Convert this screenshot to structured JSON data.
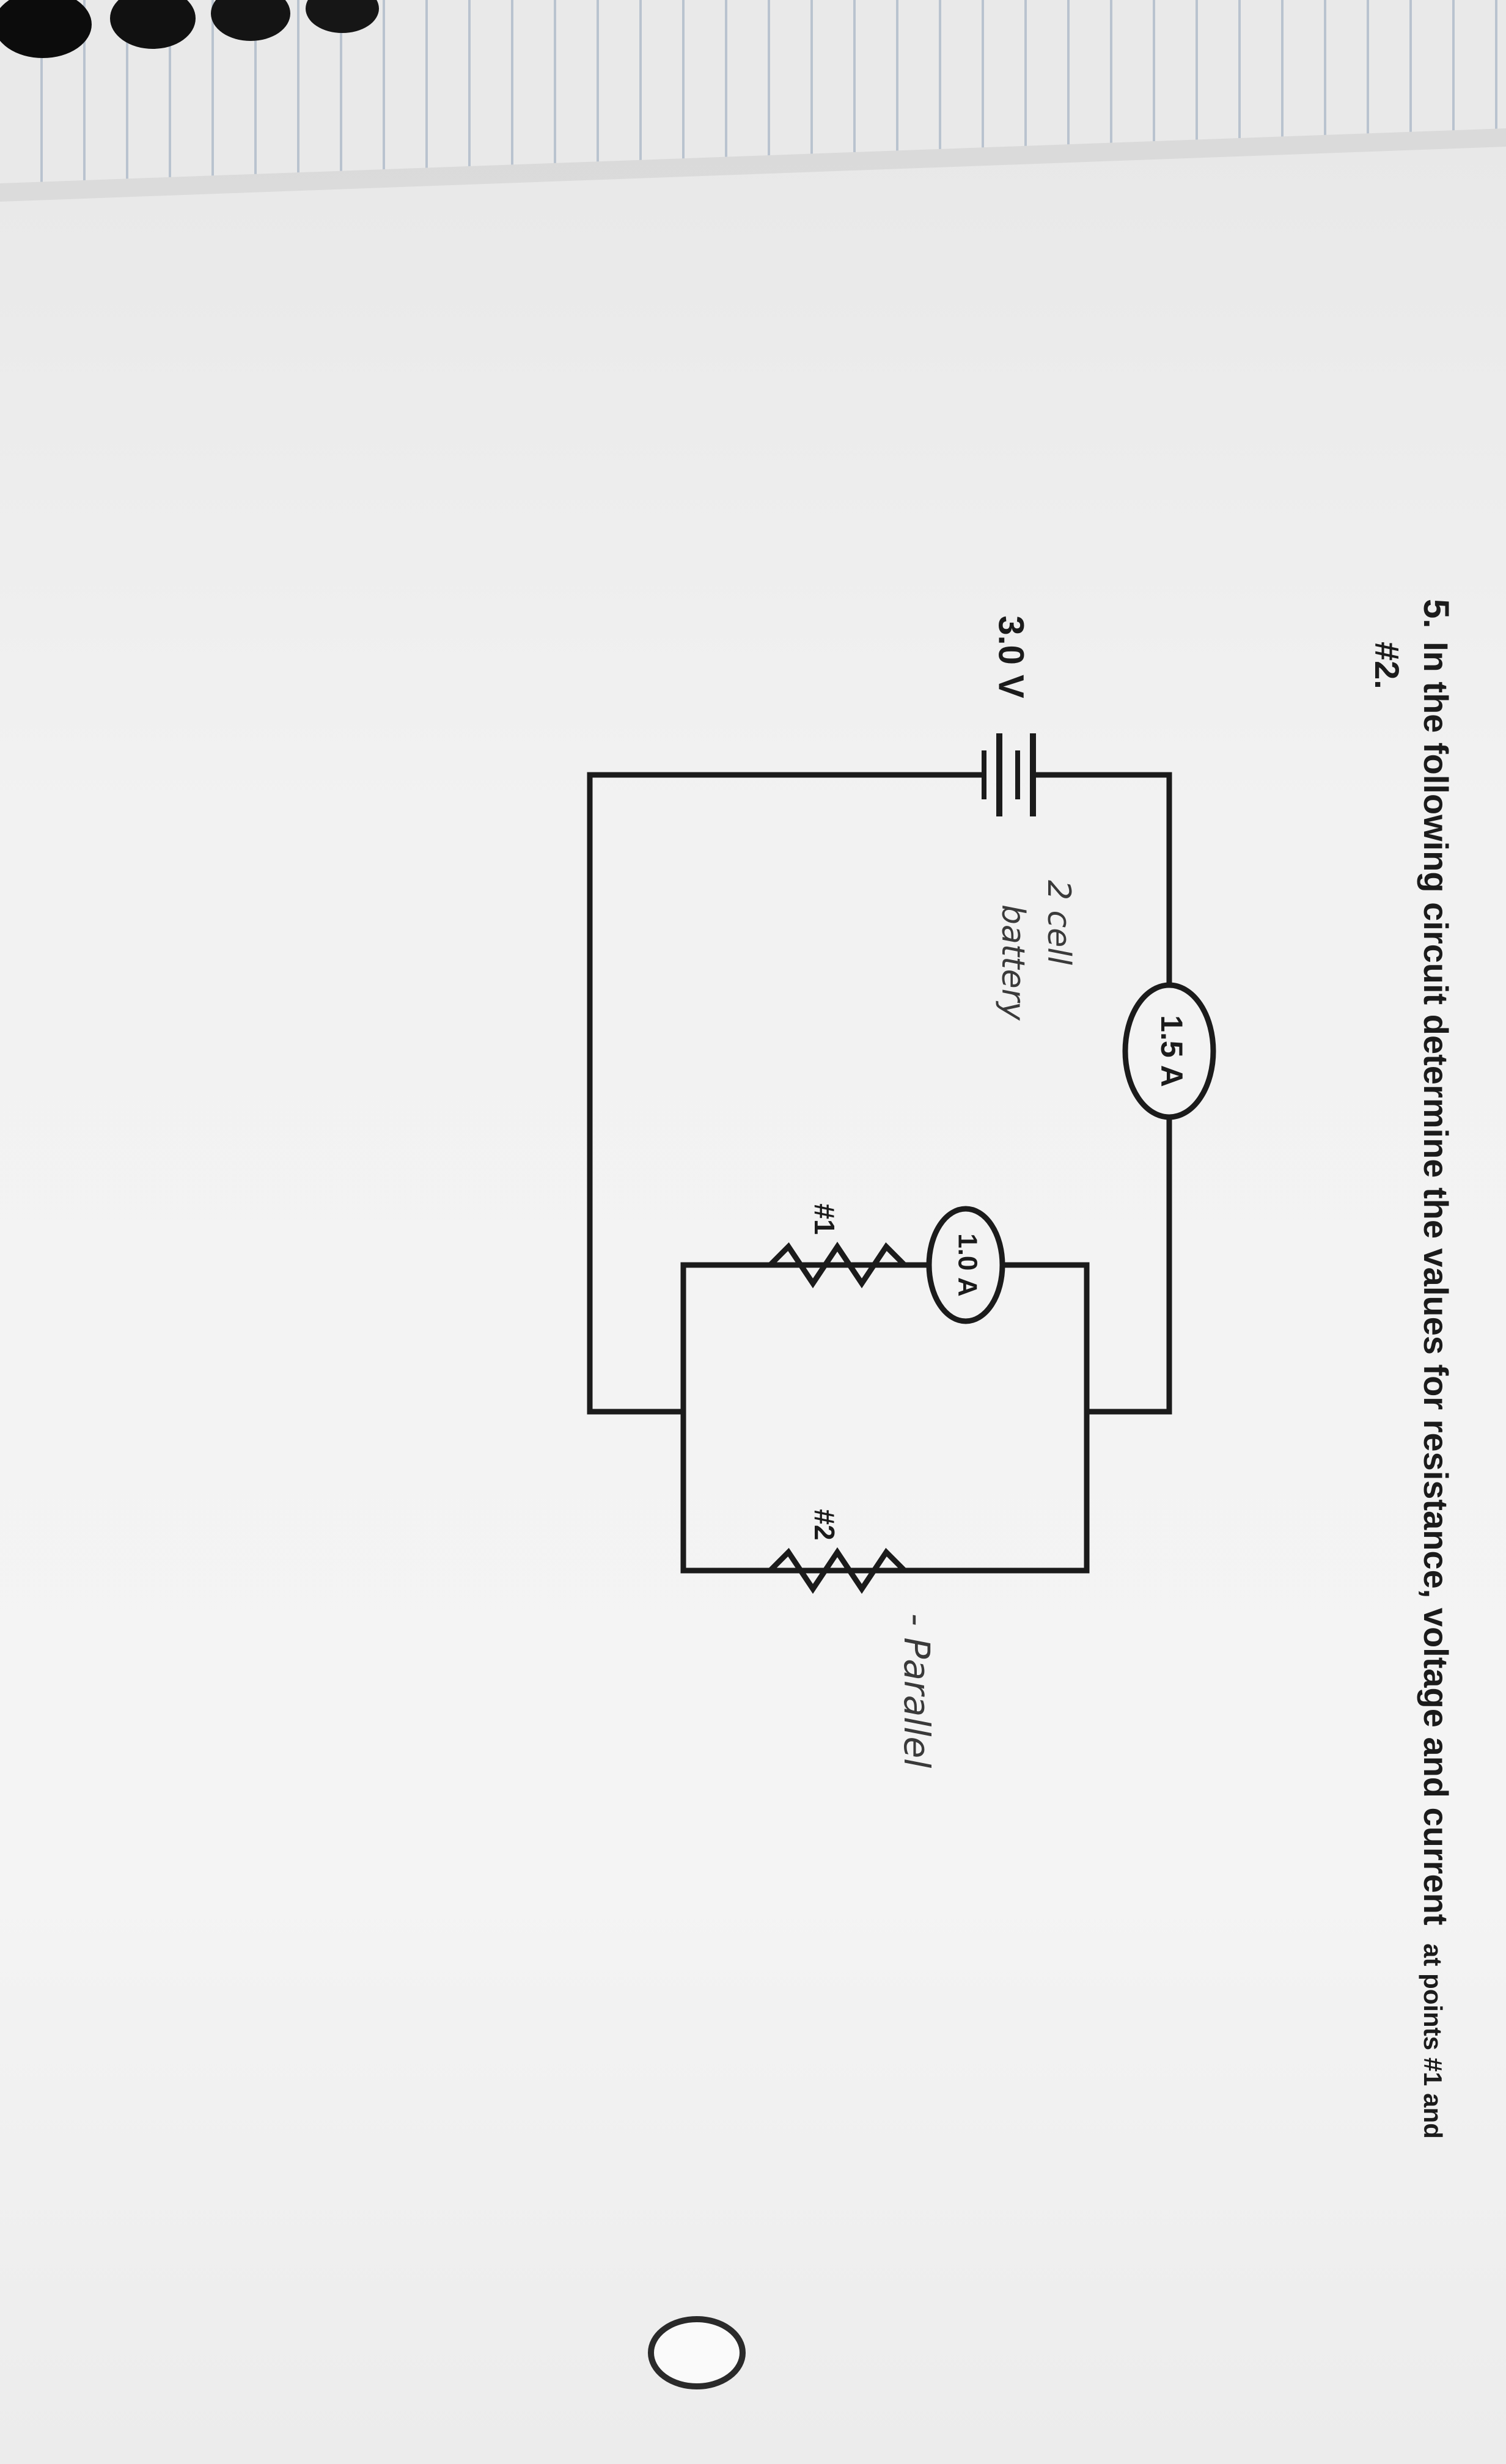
{
  "question": {
    "number": "5.",
    "line1_main": "In the following circuit determine the values for resistance, voltage and current",
    "line1_small": "at points #1 and",
    "line2": "#2."
  },
  "circuit": {
    "battery_voltage": "3.0 V",
    "ammeter_total": "1.5 A",
    "ammeter_branch": "1.0 A",
    "resistor_1_label": "#1",
    "resistor_2_label": "#2"
  },
  "annotations": {
    "battery_note_line1": "2 cell",
    "battery_note_line2": "battery",
    "parallel_note": "- Parallel"
  },
  "colors": {
    "ink": "#1b1b1b",
    "pencil": "#3a3a3a",
    "paper": "#f2f2f2"
  }
}
